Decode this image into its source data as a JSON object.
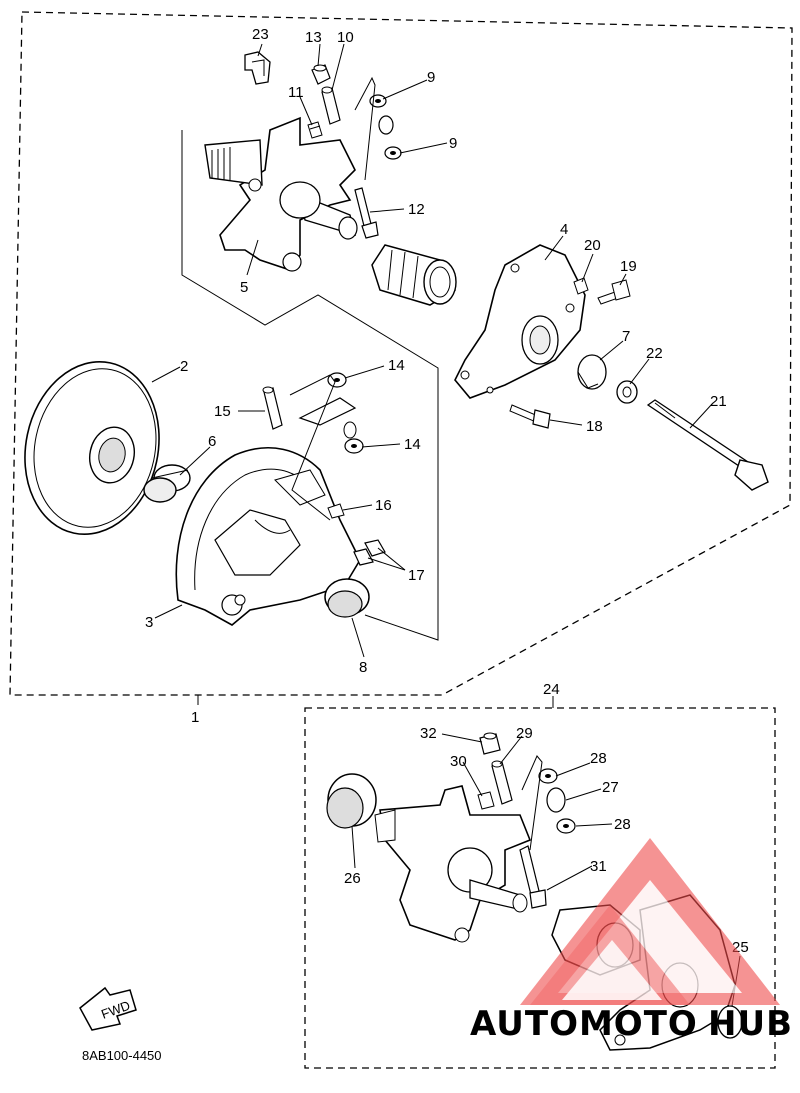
{
  "diagram": {
    "part_code": "8AB100-4450",
    "fwd_label": "FWD",
    "main_assembly_label": "1",
    "sub_assembly_label": "24",
    "callouts": [
      {
        "id": "c23",
        "text": "23"
      },
      {
        "id": "c13",
        "text": "13"
      },
      {
        "id": "c10",
        "text": "10"
      },
      {
        "id": "c9a",
        "text": "9"
      },
      {
        "id": "c11",
        "text": "11"
      },
      {
        "id": "c9b",
        "text": "9"
      },
      {
        "id": "c12",
        "text": "12"
      },
      {
        "id": "c4",
        "text": "4"
      },
      {
        "id": "c20",
        "text": "20"
      },
      {
        "id": "c19",
        "text": "19"
      },
      {
        "id": "c5",
        "text": "5"
      },
      {
        "id": "c7",
        "text": "7"
      },
      {
        "id": "c22",
        "text": "22"
      },
      {
        "id": "c2",
        "text": "2"
      },
      {
        "id": "c14a",
        "text": "14"
      },
      {
        "id": "c15",
        "text": "15"
      },
      {
        "id": "c18",
        "text": "18"
      },
      {
        "id": "c21",
        "text": "21"
      },
      {
        "id": "c6",
        "text": "6"
      },
      {
        "id": "c14b",
        "text": "14"
      },
      {
        "id": "c16",
        "text": "16"
      },
      {
        "id": "c17",
        "text": "17"
      },
      {
        "id": "c3",
        "text": "3"
      },
      {
        "id": "c8",
        "text": "8"
      },
      {
        "id": "c32",
        "text": "32"
      },
      {
        "id": "c29",
        "text": "29"
      },
      {
        "id": "c30",
        "text": "30"
      },
      {
        "id": "c28a",
        "text": "28"
      },
      {
        "id": "c27",
        "text": "27"
      },
      {
        "id": "c28b",
        "text": "28"
      },
      {
        "id": "c26",
        "text": "26"
      },
      {
        "id": "c31",
        "text": "31"
      },
      {
        "id": "c25",
        "text": "25"
      }
    ]
  },
  "watermark": {
    "text_a": "AUTOMOTO",
    "text_b": "HUB",
    "color_a": "#f5c27a",
    "color_b": "#bdbdbd",
    "logo_color": "#ef4b4b"
  }
}
